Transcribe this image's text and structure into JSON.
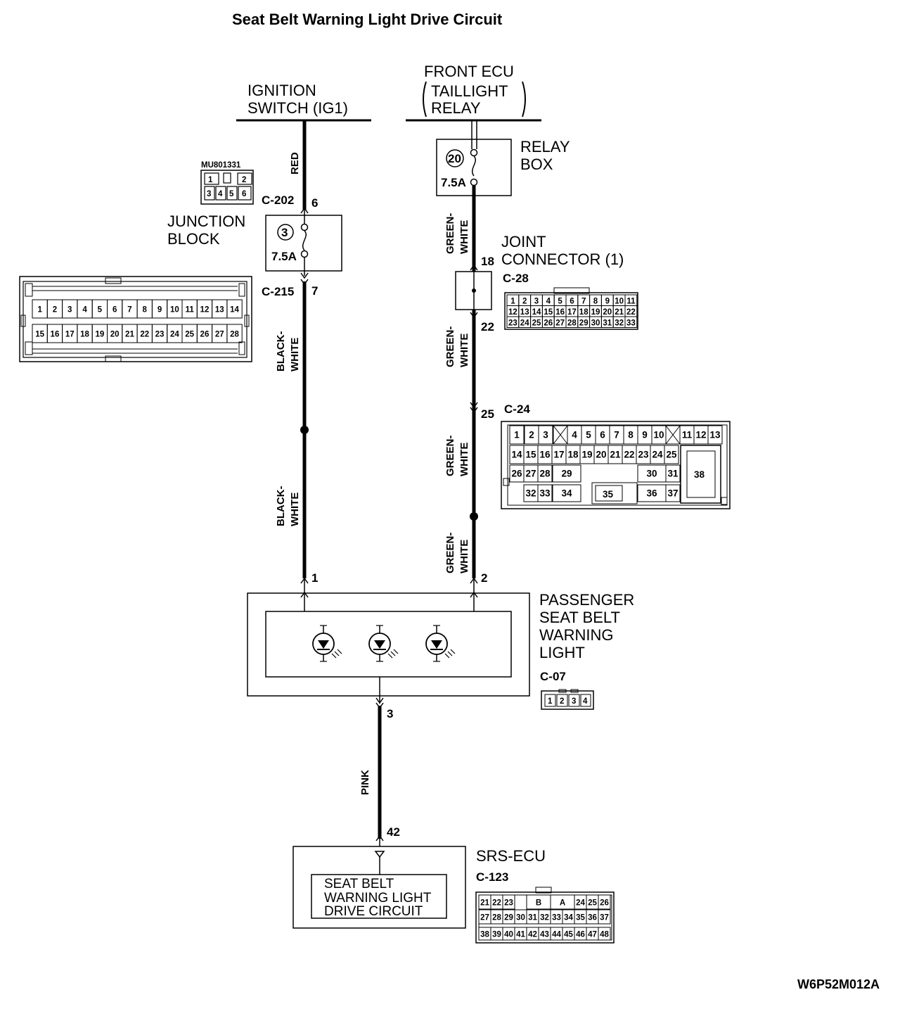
{
  "title": "Seat Belt Warning Light Drive Circuit",
  "ignition_switch": {
    "line1": "IGNITION",
    "line2": "SWITCH (IG1)"
  },
  "front_ecu": {
    "line1": "FRONT ECU",
    "line2": "TAILLIGHT",
    "line3": "RELAY"
  },
  "relay_box": {
    "line1": "RELAY",
    "line2": "BOX",
    "fuse_no": "20",
    "fuse_rating": "7.5A"
  },
  "junction_block": {
    "line1": "JUNCTION",
    "line2": "BLOCK",
    "fuse_no": "3",
    "fuse_rating": "7.5A",
    "part_no": "MU801331",
    "small_pins": [
      "1",
      "2",
      "3",
      "4",
      "5",
      "6"
    ],
    "connector_pins": [
      "1",
      "2",
      "3",
      "4",
      "5",
      "6",
      "7",
      "8",
      "9",
      "10",
      "11",
      "12",
      "13",
      "14",
      "15",
      "16",
      "17",
      "18",
      "19",
      "20",
      "21",
      "22",
      "23",
      "24",
      "25",
      "26",
      "27",
      "28"
    ]
  },
  "joint_connector": {
    "line1": "JOINT",
    "line2": "CONNECTOR (1)",
    "code": "C-28",
    "pins": [
      "1",
      "2",
      "3",
      "4",
      "5",
      "6",
      "7",
      "8",
      "9",
      "10",
      "11",
      "12",
      "13",
      "14",
      "15",
      "16",
      "17",
      "18",
      "19",
      "20",
      "21",
      "22",
      "23",
      "24",
      "25",
      "26",
      "27",
      "28",
      "29",
      "30",
      "31",
      "32",
      "33"
    ]
  },
  "connectors": {
    "c202": "C-202",
    "c215": "C-215",
    "c24": "C-24",
    "c07": "C-07",
    "c123": "C-123"
  },
  "pins": {
    "c202_pin": "6",
    "c215_pin": "7",
    "c28_in": "18",
    "c28_out": "22",
    "c24_pin": "25",
    "light_pin1": "1",
    "light_pin2": "2",
    "light_pin3": "3",
    "srs_pin": "42"
  },
  "wires": {
    "red": "RED",
    "black_white": [
      "BLACK-",
      "WHITE"
    ],
    "green_white": [
      "GREEN-",
      "WHITE"
    ],
    "pink": "PINK"
  },
  "c24_pins": [
    "1",
    "2",
    "3",
    "4",
    "5",
    "6",
    "7",
    "8",
    "9",
    "10",
    "11",
    "12",
    "13",
    "14",
    "15",
    "16",
    "17",
    "18",
    "19",
    "20",
    "21",
    "22",
    "23",
    "24",
    "25",
    "26",
    "27",
    "28",
    "29",
    "30",
    "31",
    "32",
    "33",
    "34",
    "35",
    "36",
    "37",
    "38"
  ],
  "passenger_light": {
    "line1": "PASSENGER",
    "line2": "SEAT BELT",
    "line3": "WARNING",
    "line4": "LIGHT",
    "c07_pins": [
      "1",
      "2",
      "3",
      "4"
    ]
  },
  "srs_ecu": {
    "title": "SRS-ECU",
    "circuit_line1": "SEAT BELT",
    "circuit_line2": "WARNING LIGHT",
    "circuit_line3": "DRIVE CIRCUIT",
    "c123_row1": [
      "21",
      "22",
      "23",
      "B",
      "A",
      "24",
      "25",
      "26"
    ],
    "c123_row2": [
      "27",
      "28",
      "29",
      "30",
      "31",
      "32",
      "33",
      "34",
      "35",
      "36",
      "37"
    ],
    "c123_row3": [
      "38",
      "39",
      "40",
      "41",
      "42",
      "43",
      "44",
      "45",
      "46",
      "47",
      "48"
    ]
  },
  "figure_code": "W6P52M012A"
}
